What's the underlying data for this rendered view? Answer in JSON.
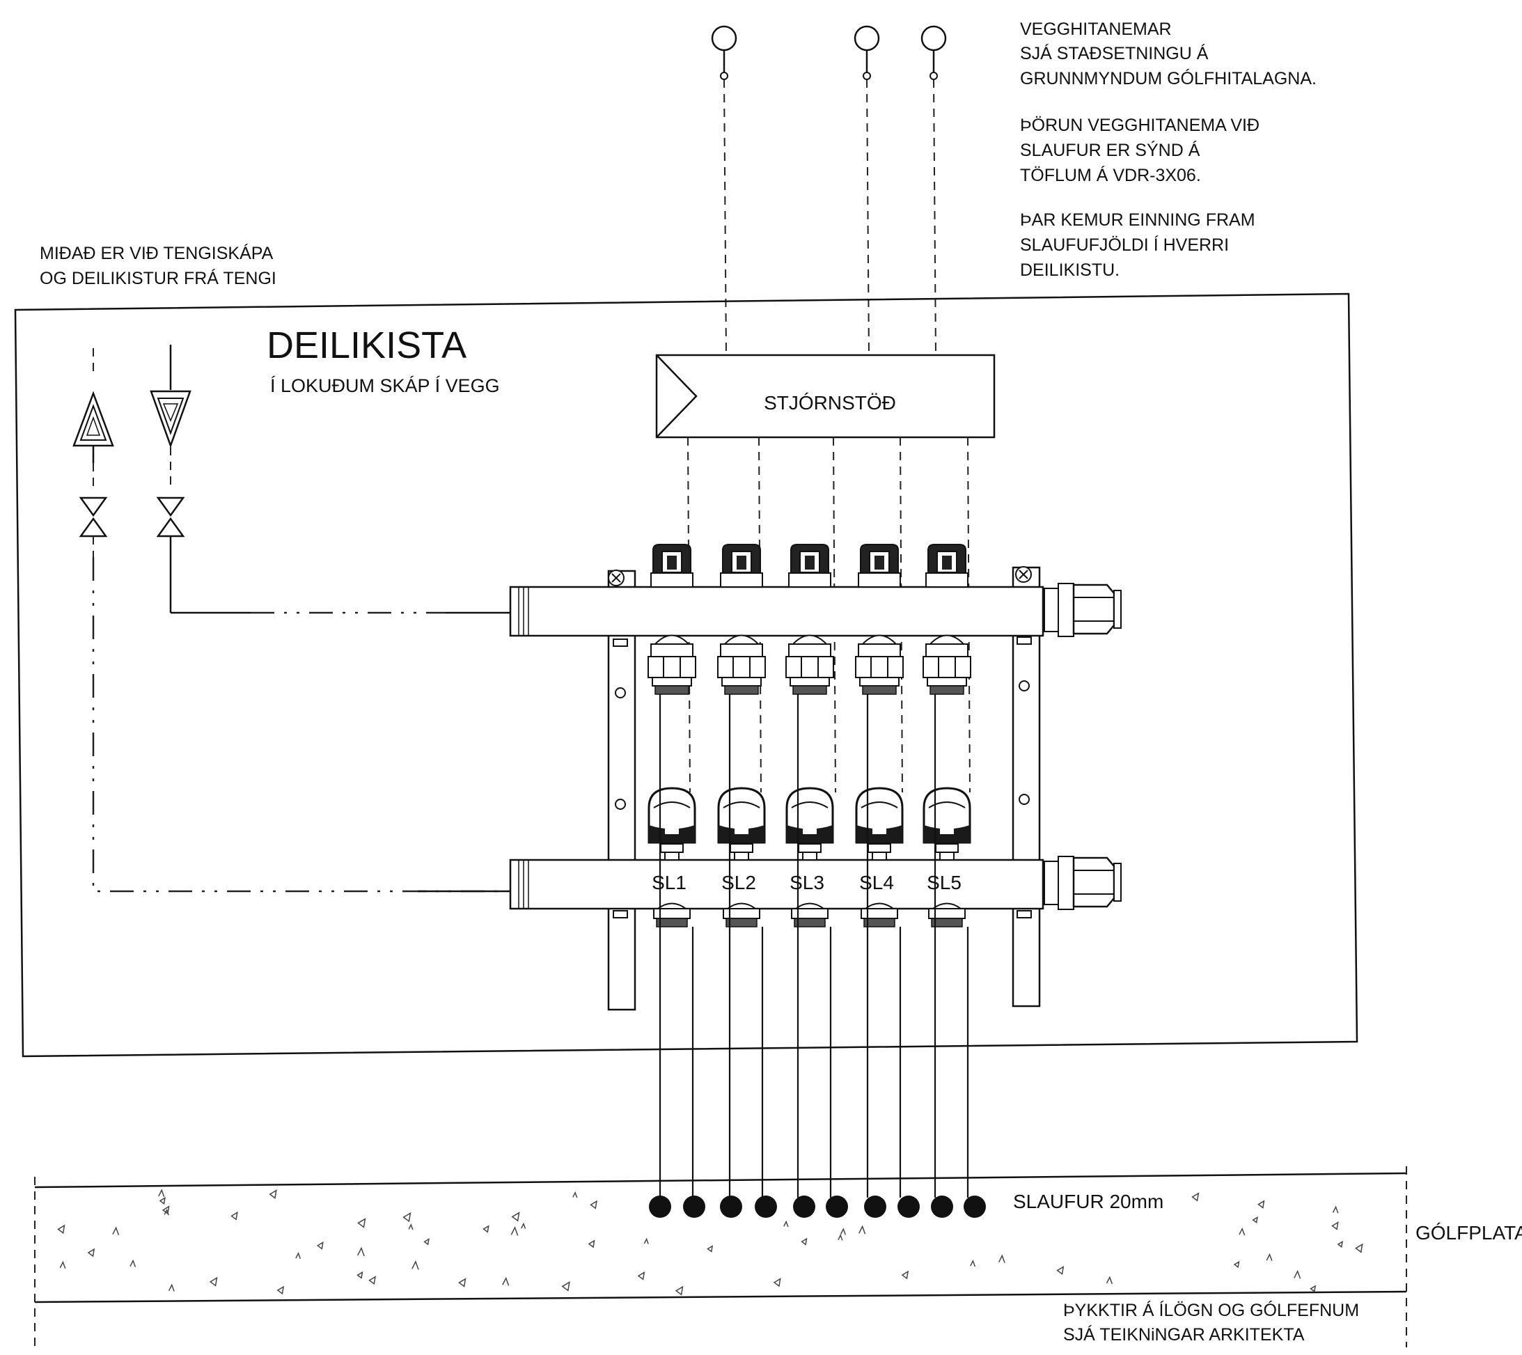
{
  "notes": {
    "sensors": [
      "VEGGHITANEMAR",
      "SJÁ STAÐSETNINGU Á",
      "GRUNNMYNDUM GÓLFHITALAGNA."
    ],
    "wiring": [
      "ÞÖRUN VEGGHITANEMA VIÐ",
      "SLAUFUR ER SÝND Á",
      "TÖFLUM Á VDR-3X06."
    ],
    "loops": [
      "ÞAR KEMUR EINNING FRAM",
      "SLAUFUFJÖLDI Í HVERRI",
      "DEILIKISTU."
    ],
    "cabinet": [
      "MIÐAÐ ER VIÐ TENGISKÁPA",
      "OG DEILIKISTUR FRÁ TENGI"
    ],
    "thickness": [
      "ÞYKKTIR Á ÍLÖGN OG GÓLFEFNUM",
      "SJÁ TEIKNiNGAR ARKITEKTA"
    ]
  },
  "manifold": {
    "title": "DEILIKISTA",
    "subtitle": "Í LOKUÐUM SKÁP Í VEGG"
  },
  "controller": {
    "label": "STJÓRNSTÖÐ"
  },
  "loops": [
    "SL1",
    "SL2",
    "SL3",
    "SL4",
    "SL5"
  ],
  "floor": {
    "pipe_label": "SLAUFUR 20mm",
    "slab_label": "GÓLFPLATA"
  },
  "sensor_count": 3
}
